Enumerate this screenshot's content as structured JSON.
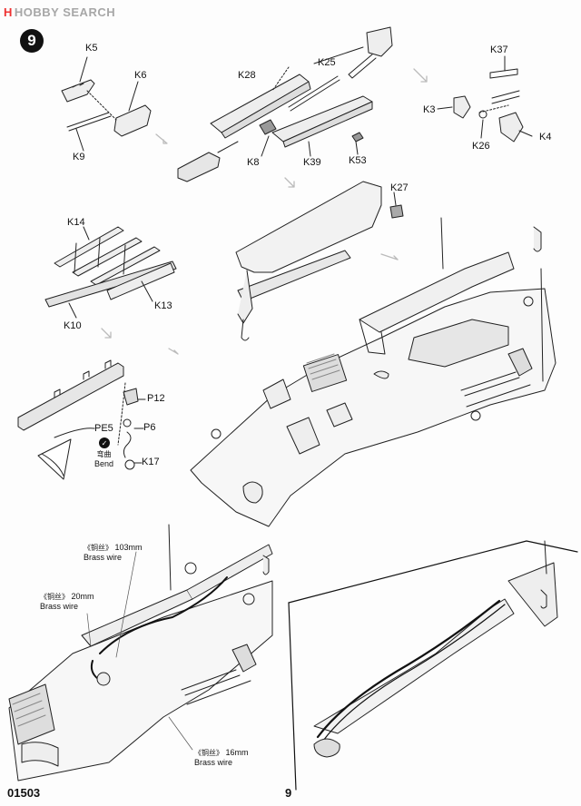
{
  "watermark": {
    "mark": "H",
    "text": "HOBBY SEARCH"
  },
  "step_number": "9",
  "part_labels": {
    "k5": "K5",
    "k6": "K6",
    "k9": "K9",
    "k28": "K28",
    "k25": "K25",
    "k8": "K8",
    "k39": "K39",
    "k53": "K53",
    "k37": "K37",
    "k3": "K3",
    "k4": "K4",
    "k26": "K26",
    "k27": "K27",
    "k14": "K14",
    "k13": "K13",
    "k10": "K10",
    "p12": "P12",
    "pe5": "PE5",
    "p6": "P6",
    "k17": "K17"
  },
  "bend_note": {
    "cn": "弯曲",
    "en": "Bend"
  },
  "wire_notes": [
    {
      "cn": "《铜丝》",
      "length": "103mm",
      "en": "Brass wire"
    },
    {
      "cn": "《铜丝》",
      "length": "20mm",
      "en": "Brass wire"
    },
    {
      "cn": "《铜丝》",
      "length": "16mm",
      "en": "Brass wire"
    }
  ],
  "footer": {
    "code": "01503",
    "page": "9"
  }
}
